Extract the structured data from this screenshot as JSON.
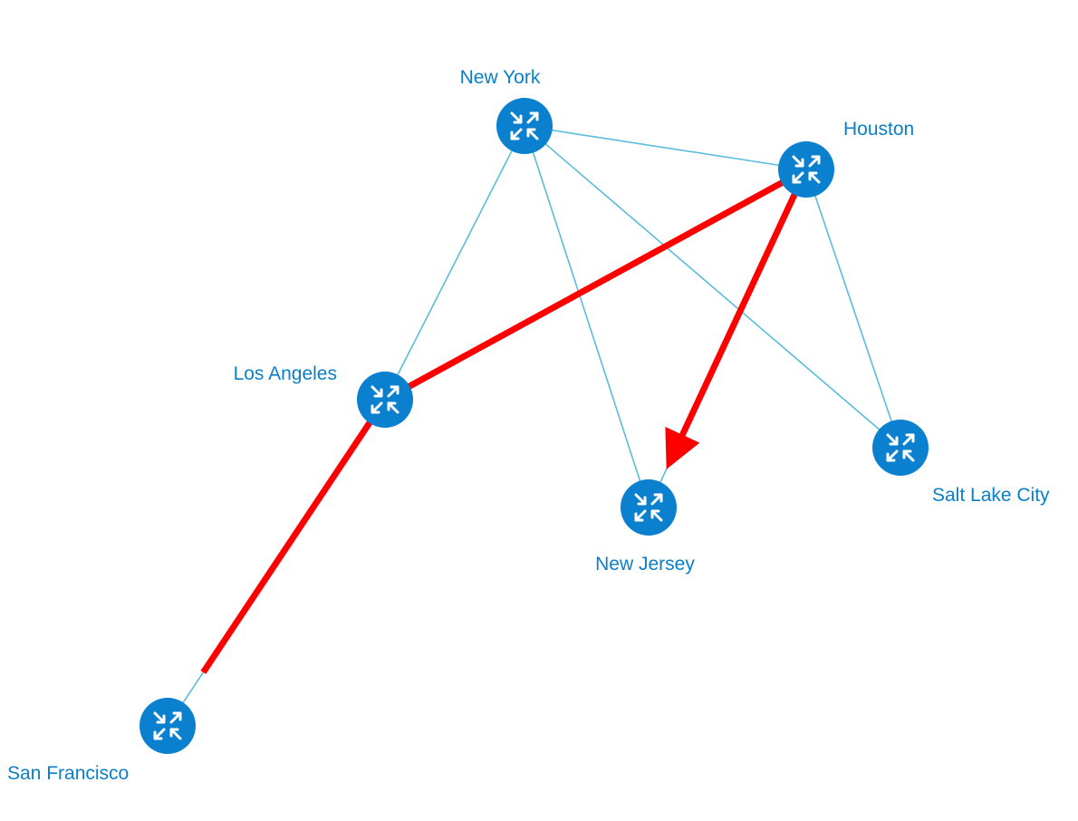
{
  "colors": {
    "node_fill": "#0a80cf",
    "link": "#5bbcdc",
    "label": "#0a7fc8",
    "path": "#ff0000",
    "icon": "#ffffff"
  },
  "node_icon": "router-icon",
  "nodes": [
    {
      "id": "new-york",
      "label": "New York"
    },
    {
      "id": "houston",
      "label": "Houston"
    },
    {
      "id": "los-angeles",
      "label": "Los Angeles"
    },
    {
      "id": "new-jersey",
      "label": "New Jersey"
    },
    {
      "id": "salt-lake-city",
      "label": "Salt Lake City"
    },
    {
      "id": "san-francisco",
      "label": "San Francisco"
    }
  ],
  "links": [
    {
      "from": "new-york",
      "to": "houston"
    },
    {
      "from": "new-york",
      "to": "los-angeles"
    },
    {
      "from": "new-york",
      "to": "new-jersey"
    },
    {
      "from": "new-york",
      "to": "salt-lake-city"
    },
    {
      "from": "houston",
      "to": "salt-lake-city"
    },
    {
      "from": "houston",
      "to": "new-jersey"
    },
    {
      "from": "los-angeles",
      "to": "san-francisco"
    }
  ],
  "highlighted_path": [
    "san-francisco",
    "los-angeles",
    "houston",
    "new-jersey"
  ]
}
